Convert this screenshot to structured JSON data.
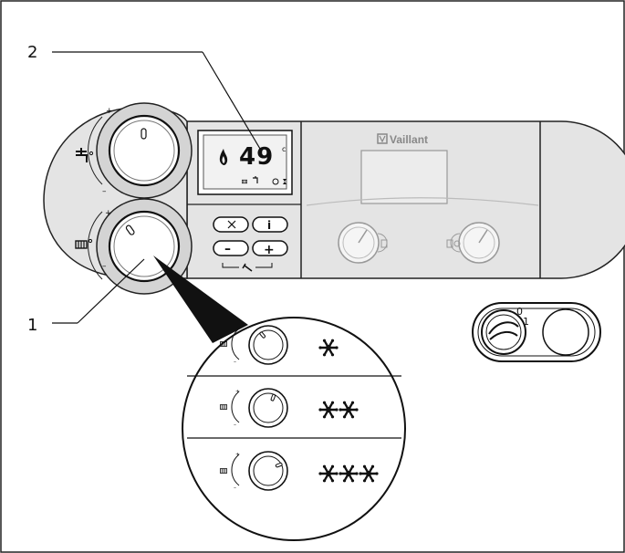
{
  "callouts": {
    "label_1": "1",
    "label_2": "2"
  },
  "lcd": {
    "temperature": "49",
    "unit": "c"
  },
  "brand": {
    "name": "Vaillant"
  },
  "buttons": {
    "info": "i",
    "minus": "–",
    "plus": "+"
  },
  "main_switch": {
    "off": "0",
    "on": "1"
  },
  "colors": {
    "line": "#1a1a1a",
    "panel": "#d9d9d9",
    "panel_light": "#e6e6e6",
    "lcd": "#ececec"
  },
  "icons": {
    "dhw": "hot-water-tap-icon",
    "heating": "radiator-icon",
    "frost": "snowflake-icon",
    "flame": "flame-icon"
  },
  "zoom_rows": [
    {
      "snowflakes": 1
    },
    {
      "snowflakes": 2
    },
    {
      "snowflakes": 3
    }
  ]
}
